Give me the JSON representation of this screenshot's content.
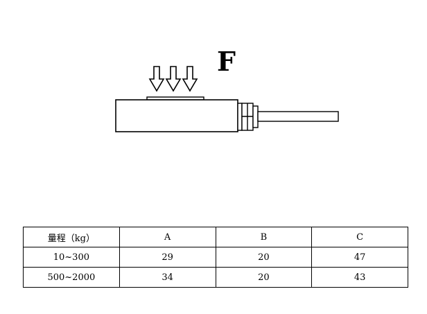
{
  "diagram": {
    "force_label": "F"
  },
  "table": {
    "header": [
      "量程（kg）",
      "A",
      "B",
      "C"
    ],
    "rows": [
      [
        "10~300",
        "29",
        "20",
        "47"
      ],
      [
        "500~2000",
        "34",
        "20",
        "43"
      ]
    ]
  }
}
